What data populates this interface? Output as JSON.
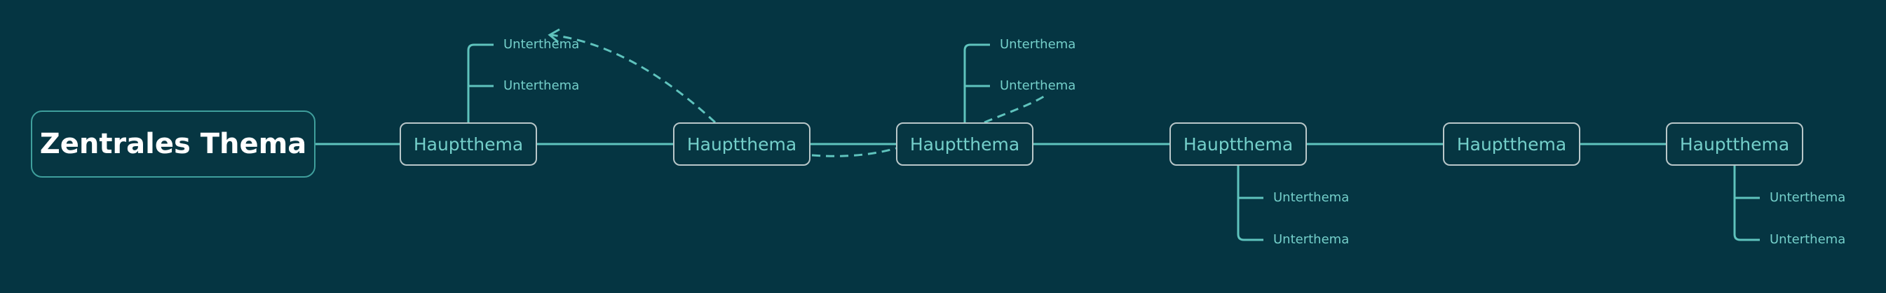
{
  "central": {
    "label": "Zentrales Thema"
  },
  "main_topics": [
    {
      "label": "Hauptthema"
    },
    {
      "label": "Hauptthema"
    },
    {
      "label": "Hauptthema"
    },
    {
      "label": "Hauptthema"
    },
    {
      "label": "Hauptthema"
    },
    {
      "label": "Hauptthema"
    }
  ],
  "subtopics": [
    {
      "label": "Unterthema"
    },
    {
      "label": "Unterthema"
    },
    {
      "label": "Unterthema"
    },
    {
      "label": "Unterthema"
    },
    {
      "label": "Unterthema"
    },
    {
      "label": "Unterthema"
    },
    {
      "label": "Unterthema"
    },
    {
      "label": "Unterthema"
    }
  ],
  "colors": {
    "background": "#053542",
    "line": "#5fc3bd",
    "text_accent": "#74cfca",
    "central_border": "#3f9f9c",
    "main_border": "#b9c7c9"
  }
}
